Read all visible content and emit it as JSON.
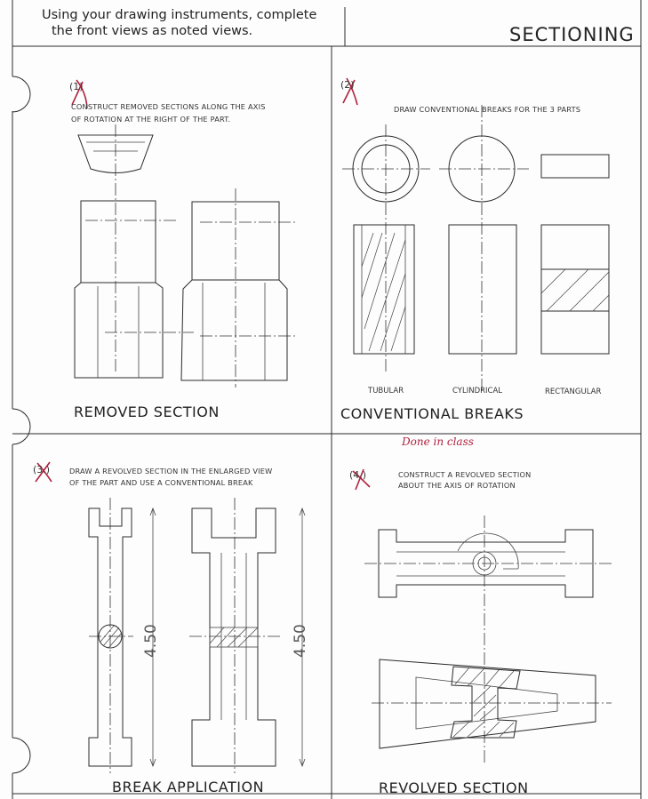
{
  "header": {
    "instructions": [
      "Using your drawing instruments, complete",
      "the front views as noted views."
    ],
    "title": "SECTIONING"
  },
  "panels": [
    {
      "number": "1",
      "instruction": [
        "CONSTRUCT REMOVED SECTIONS ALONG THE AXIS",
        "OF ROTATION AT THE RIGHT OF THE PART."
      ],
      "title": "REMOVED SECTION"
    },
    {
      "number": "2",
      "instruction": [
        "DRAW CONVENTIONAL BREAKS FOR THE 3 PARTS"
      ],
      "labels": [
        "TUBULAR",
        "CYLINDRICAL",
        "RECTANGULAR"
      ],
      "title": "CONVENTIONAL BREAKS"
    },
    {
      "number": "3.",
      "instruction": [
        "DRAW A REVOLVED SECTION IN THE ENLARGED VIEW",
        "OF THE PART AND USE A CONVENTIONAL BREAK"
      ],
      "dimensions": [
        "4.50",
        "4.50"
      ],
      "title": "BREAK APPLICATION"
    },
    {
      "number": "4.",
      "instruction": [
        "CONSTRUCT A REVOLVED SECTION",
        "ABOUT THE AXIS OF ROTATION"
      ],
      "note": "Done in class",
      "title": "REVOLVED SECTION"
    }
  ],
  "colors": {
    "ink": "#2a2a2a",
    "red_pen": "#b0213e"
  }
}
